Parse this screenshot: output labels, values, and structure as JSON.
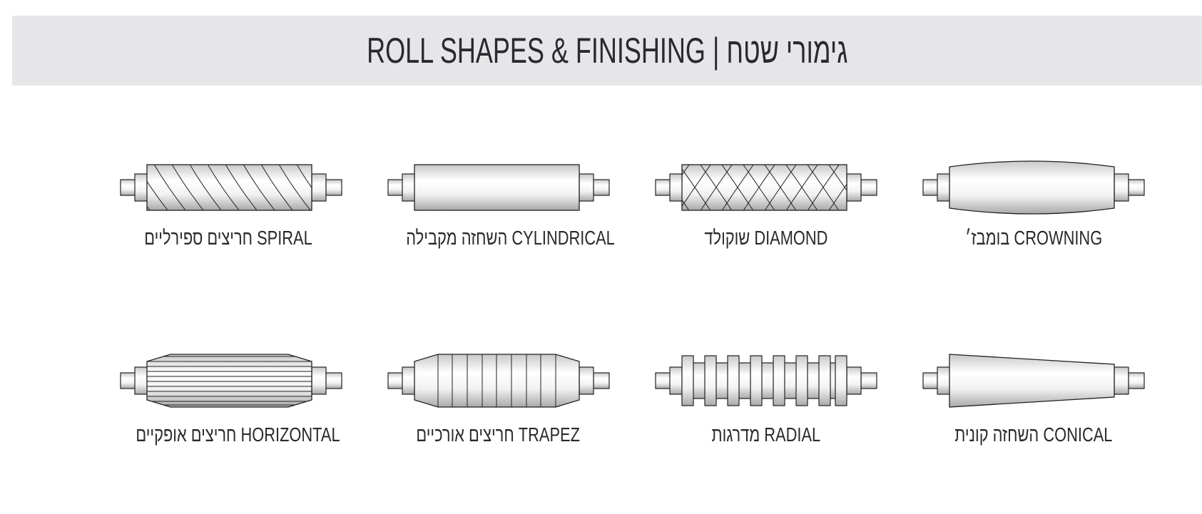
{
  "header": {
    "title_en": "ROLL SHAPES & FINISHING",
    "separator": "|",
    "title_he": "גימורי שטח"
  },
  "rollers": [
    {
      "key": "spiral",
      "label": "חריצים ספירליים SPIRAL"
    },
    {
      "key": "cylindrical",
      "label": "השחזה מקבילה CYLINDRICAL"
    },
    {
      "key": "diamond",
      "label": "שוקולד DIAMOND"
    },
    {
      "key": "crowning",
      "label": "בומבז׳ CROWNING"
    },
    {
      "key": "horizontal",
      "label": "חריצים אופקיים HORIZONTAL"
    },
    {
      "key": "trapez",
      "label": "חריצים אורכיים TRAPEZ"
    },
    {
      "key": "radial",
      "label": "מדרגות RADIAL"
    },
    {
      "key": "conical",
      "label": "השחזה קונית CONICAL"
    }
  ]
}
